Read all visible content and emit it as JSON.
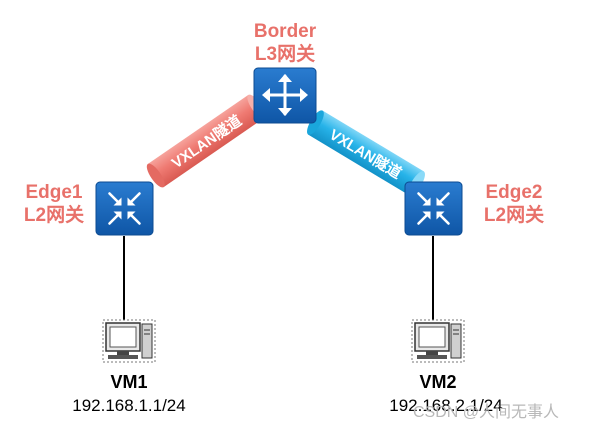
{
  "border": {
    "name": "Border",
    "role": "L3网关"
  },
  "edge1": {
    "name": "Edge1",
    "role": "L2网关"
  },
  "edge2": {
    "name": "Edge2",
    "role": "L2网关"
  },
  "tunnel_left": {
    "label": "VXLAN隧道",
    "color": "#f07c74"
  },
  "tunnel_right": {
    "label": "VXLAN隧道",
    "color": "#24b2e8"
  },
  "vm1": {
    "name": "VM1",
    "ip": "192.168.1.1/24"
  },
  "vm2": {
    "name": "VM2",
    "ip": "192.168.2.1/24"
  },
  "watermark": "CSDN @人间无事人",
  "colors": {
    "device": "#1565b8",
    "label": "#e8716a"
  },
  "icons": {
    "border": "router-icon",
    "edge": "switch-icon",
    "vm": "computer-icon"
  }
}
